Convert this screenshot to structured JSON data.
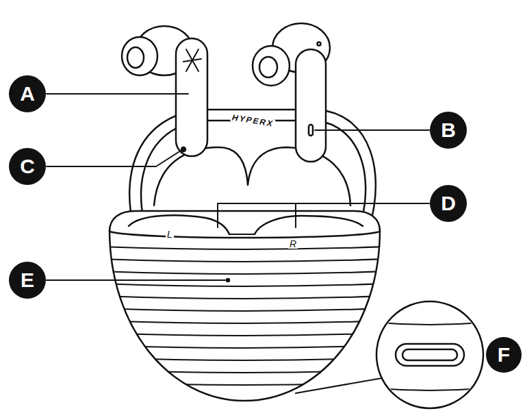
{
  "diagram": {
    "labels": [
      "A",
      "B",
      "C",
      "D",
      "E",
      "F",
      "HYPERX",
      "L",
      "R"
    ]
  }
}
